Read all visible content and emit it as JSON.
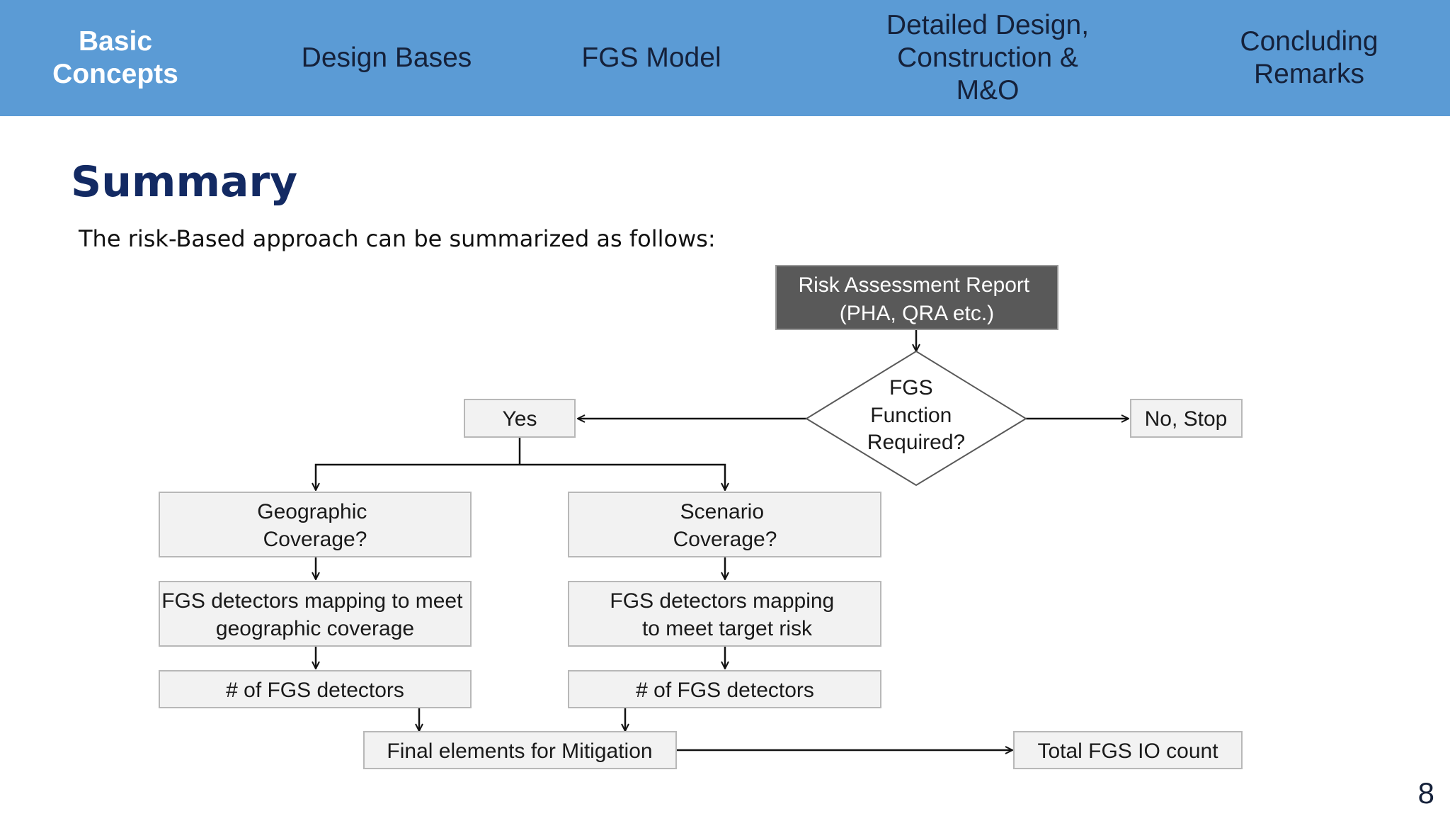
{
  "nav": {
    "items": [
      {
        "label": "Basic\nConcepts",
        "active": true
      },
      {
        "label": "Design Bases",
        "active": false
      },
      {
        "label": "FGS Model",
        "active": false
      },
      {
        "label": "Detailed Design,\nConstruction &\nM&O",
        "active": false
      },
      {
        "label": "Concluding\nRemarks",
        "active": false
      }
    ]
  },
  "slide": {
    "title": "Summary",
    "subtitle": "The risk-Based approach can be summarized as follows:",
    "page_number": "8"
  },
  "flowchart": {
    "risk_report": [
      "Risk Assessment Report",
      "(PHA, QRA etc.)"
    ],
    "decision": [
      "FGS",
      "Function",
      "Required?"
    ],
    "yes": [
      "Yes"
    ],
    "no_stop": [
      "No, Stop"
    ],
    "geographic_coverage": [
      "Geographic",
      "Coverage?"
    ],
    "scenario_coverage": [
      "Scenario",
      "Coverage?"
    ],
    "geographic_mapping": [
      "FGS detectors mapping to meet",
      "geographic coverage"
    ],
    "scenario_mapping": [
      "FGS detectors mapping",
      "to meet target risk"
    ],
    "geographic_count": [
      "# of FGS detectors"
    ],
    "scenario_count": [
      "# of FGS detectors"
    ],
    "final_elements": [
      "Final elements for Mitigation"
    ],
    "total_io": [
      "Total FGS IO count"
    ]
  }
}
